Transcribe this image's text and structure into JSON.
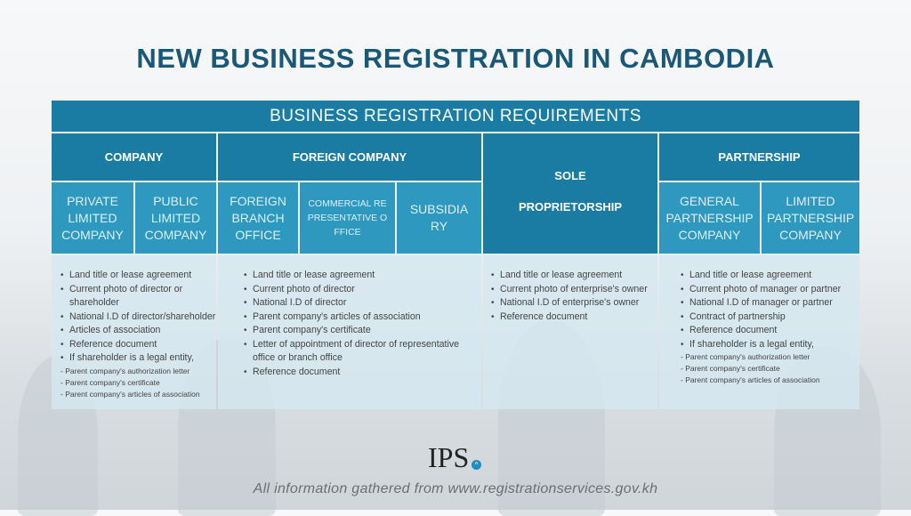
{
  "title": "NEW BUSINESS REGISTRATION IN CAMBODIA",
  "table_title": "BUSINESS REGISTRATION REQUIREMENTS",
  "columns": {
    "company": {
      "label": "COMPANY",
      "sub": [
        "PRIVATE LIMITED COMPANY",
        "PUBLIC LIMITED COMPANY"
      ],
      "items": [
        "Land title or lease agreement",
        "Current photo of director or shareholder",
        "National I.D of director/shareholder",
        "Articles of association",
        "Reference document",
        "If shareholder is a legal entity,"
      ],
      "subitems": [
        "- Parent company's authorization letter",
        "- Parent company's certificate",
        "- Parent company's articles of association"
      ]
    },
    "foreign": {
      "label": "FOREIGN COMPANY",
      "sub": [
        "FOREIGN BRANCH OFFICE",
        "COMMERCIAL REPRESENTATIVE OFFICE",
        "SUBSIDIARY"
      ],
      "items": [
        "Land title or lease agreement",
        "Current photo of director",
        "National I.D of director",
        "Parent company's articles of association",
        "Parent company's certificate",
        "Letter of appointment of director of representative office or branch office",
        "Reference document"
      ]
    },
    "sole": {
      "label1": "SOLE",
      "label2": "PROPRIETORSHIP",
      "items": [
        "Land title or lease agreement",
        "Current photo of enterprise's owner",
        "National I.D of enterprise's owner",
        "Reference document"
      ]
    },
    "partnership": {
      "label": "PARTNERSHIP",
      "sub": [
        "GENERAL PARTNERSHIP COMPANY",
        "LIMITED PARTNERSHIP COMPANY"
      ],
      "items": [
        "Land title or lease agreement",
        "Current photo of manager or partner",
        "National I.D of manager or partner",
        "Contract of partnership",
        "Reference document",
        "If shareholder is a legal entity,"
      ],
      "subitems": [
        "- Parent company's authorization letter",
        "- Parent company's certificate",
        "- Parent company's articles of association"
      ]
    }
  },
  "logo": "IPS",
  "footer": "All information gathered from www.registrationservices.gov.kh"
}
